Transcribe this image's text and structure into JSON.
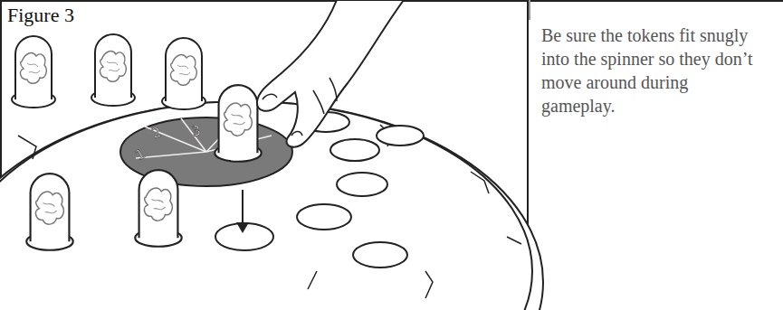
{
  "diagram": {
    "title": "Figure 3",
    "caption": "Be sure the tokens fit snugly into the spinner so they don’t move around during gameplay.",
    "labels": [
      "2",
      "3",
      "1"
    ]
  }
}
